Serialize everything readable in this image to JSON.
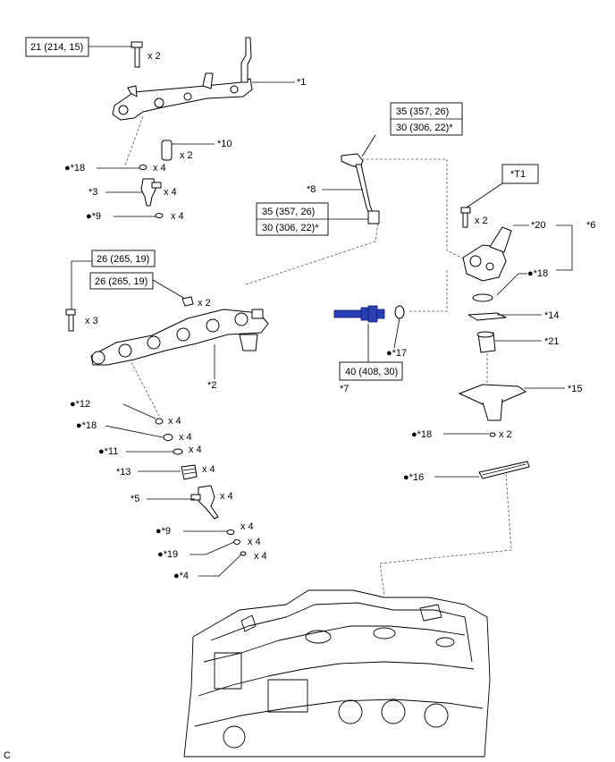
{
  "torque_specs": {
    "t1": "21 (214, 15)",
    "t2_line1": "35 (357, 26)",
    "t2_line2": "30 (306, 22)*",
    "t3_line1": "35 (357, 26)",
    "t3_line2": "30 (306, 22)*",
    "t4": "26 (265, 19)",
    "t5": "26 (265, 19)",
    "t6": "40 (408, 30)",
    "tool": "*T1"
  },
  "bullet": "●",
  "labels": {
    "p1": "*1",
    "p2": "*2",
    "p3": "*3",
    "p4": "*4",
    "p5": "*5",
    "p6": "*6",
    "p7": "*7",
    "p8": "*8",
    "p9a": "*9",
    "p9b": "*9",
    "p10": "*10",
    "p11": "*11",
    "p12": "*12",
    "p13": "*13",
    "p14": "*14",
    "p15": "*15",
    "p16": "*16",
    "p17": "*17",
    "p18a": "*18",
    "p18b": "*18",
    "p18c": "*18",
    "p18d": "*18",
    "p19": "*19",
    "p20": "*20",
    "p21": "*21"
  },
  "quantities": {
    "q_bolt_top": "x 2",
    "q_p10": "x 2",
    "q_p18a": "x 4",
    "q_p3": "x 4",
    "q_p9a": "x 4",
    "q_bolt_left": "x 3",
    "q_nut": "x 2",
    "q_pump_bolt": "x 2",
    "q_p12": "x 4",
    "q_p18b": "x 4",
    "q_p11": "x 4",
    "q_p13": "x 4",
    "q_p5": "x 4",
    "q_p9b": "x 4",
    "q_p19": "x 4",
    "q_p4": "x 4",
    "q_p18d": "x 2"
  },
  "corner_code": "C"
}
